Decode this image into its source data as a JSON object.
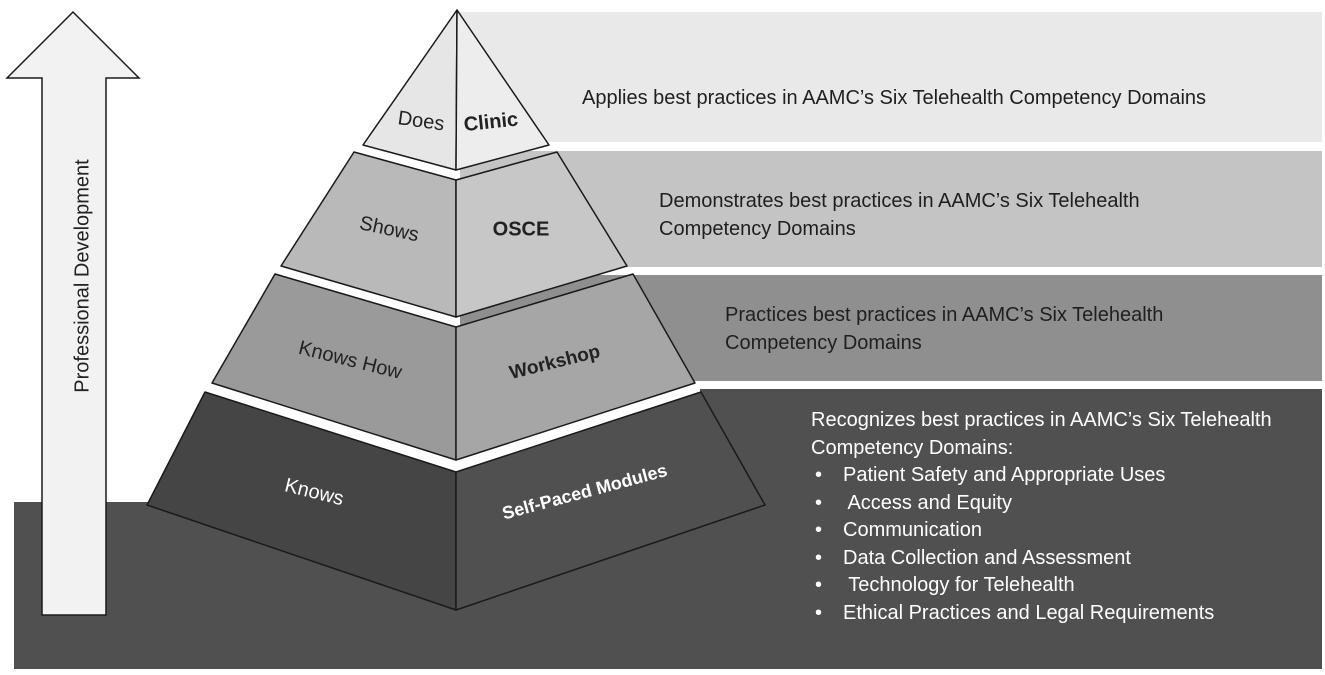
{
  "colors": {
    "band_top": "#e9e9e9",
    "band_2": "#c4c4c4",
    "band_3": "#8f8f8f",
    "band_bottom": "#505050",
    "pyr_left": [
      "#e6e6e6",
      "#b9b9b9",
      "#9a9a9a",
      "#454545"
    ],
    "pyr_right": [
      "#ededed",
      "#c7c7c7",
      "#a6a6a6",
      "#505050"
    ],
    "arrow_fill": "#f2f2f2",
    "outline": "#1a1a1a"
  },
  "arrow": {
    "label": "Professional Development",
    "icon": "up-arrow-icon"
  },
  "levels": [
    {
      "left_label": "Does",
      "right_label": "Clinic"
    },
    {
      "left_label": "Shows",
      "right_label": "OSCE"
    },
    {
      "left_label": "Knows How",
      "right_label": "Workshop"
    },
    {
      "left_label": "Knows",
      "right_label": "Self-Paced Modules"
    }
  ],
  "descriptions": [
    {
      "line1": "Applies best practices in AAMC’s Six Telehealth Competency Domains"
    },
    {
      "line1": "Demonstrates best practices in AAMC’s Six Telehealth",
      "line2": "Competency Domains"
    },
    {
      "line1": "Practices best practices in AAMC’s Six Telehealth",
      "line2": "Competency Domains"
    },
    {
      "line1": "Recognizes best practices in AAMC’s Six Telehealth",
      "line2": "Competency Domains:",
      "bullets": [
        "Patient Safety and Appropriate Uses",
        " Access and Equity",
        "Communication",
        "Data Collection and Assessment",
        " Technology for Telehealth",
        "Ethical Practices and Legal Requirements"
      ]
    }
  ]
}
